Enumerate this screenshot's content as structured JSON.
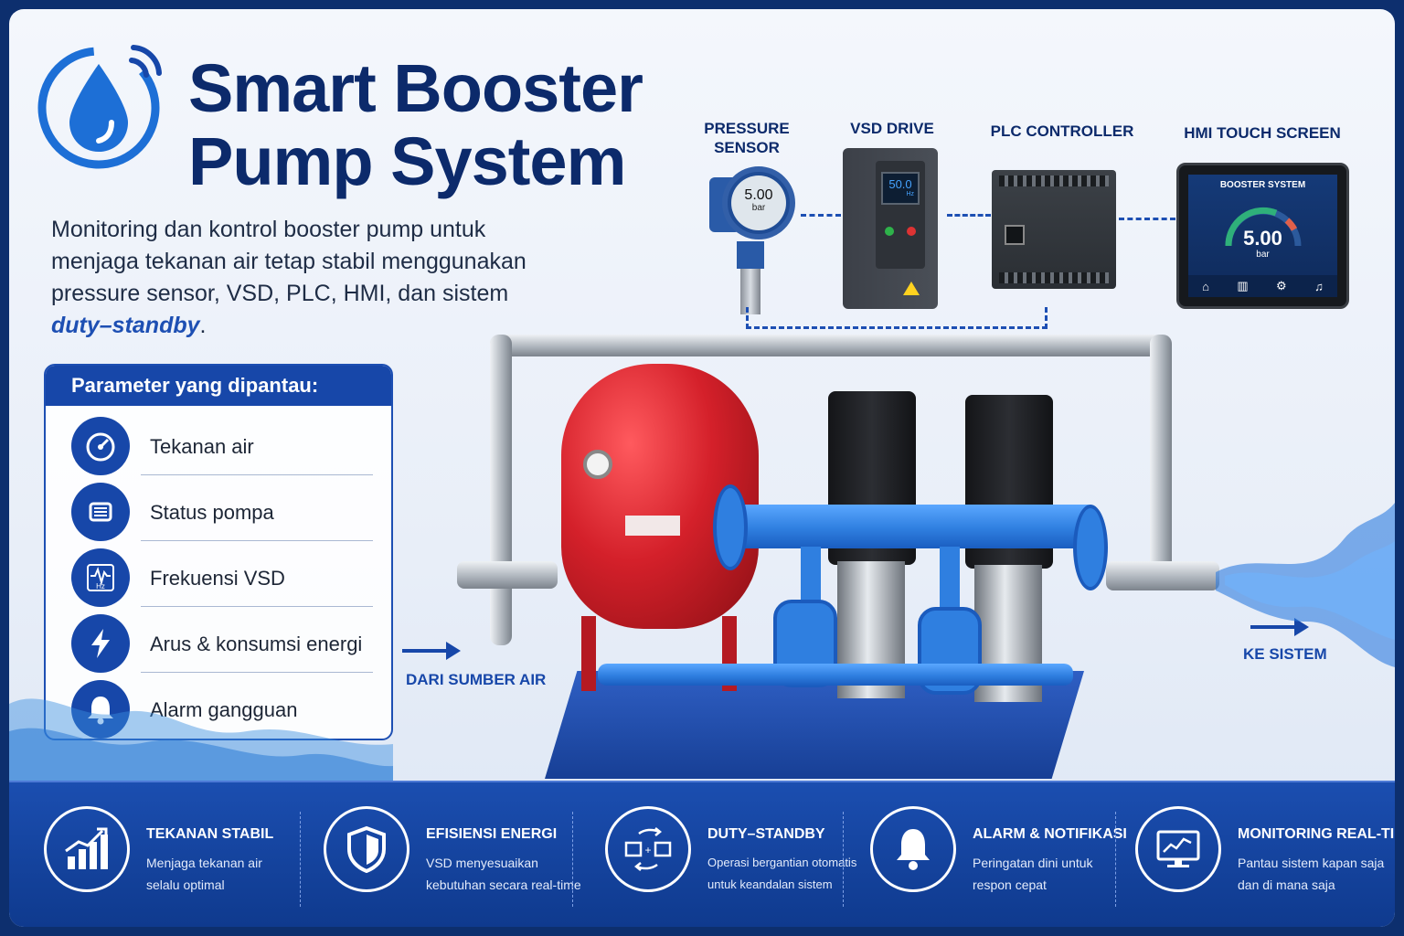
{
  "title_line1": "Smart Booster",
  "title_line2": "Pump System",
  "subtitle": {
    "line1": "Monitoring dan kontrol booster pump untuk",
    "line2": "menjaga tekanan air tetap stabil menggunakan",
    "line3": "pressure sensor, VSD, PLC, HMI, dan sistem",
    "emphasis": "duty–standby",
    "end": "."
  },
  "parameters": {
    "heading": "Parameter yang dipantau:",
    "items": [
      {
        "label": "Tekanan air",
        "icon": "gauge-icon"
      },
      {
        "label": "Status pompa",
        "icon": "motor-icon"
      },
      {
        "label": "Frekuensi VSD",
        "icon": "frequency-icon",
        "icon_text": "Hz"
      },
      {
        "label": "Arus & konsumsi energi",
        "icon": "lightning-icon"
      },
      {
        "label": "Alarm gangguan",
        "icon": "bell-icon"
      }
    ]
  },
  "components": {
    "pressure_sensor": {
      "label_line1": "PRESSURE",
      "label_line2": "SENSOR",
      "value": "5.00",
      "unit": "bar"
    },
    "vsd": {
      "label": "VSD DRIVE",
      "value": "50.0",
      "unit": "Hz"
    },
    "plc": {
      "label": "PLC CONTROLLER"
    },
    "hmi": {
      "label": "HMI TOUCH SCREEN",
      "screen_title": "BOOSTER SYSTEM",
      "value": "5.00",
      "unit": "bar"
    }
  },
  "flow": {
    "inlet": "DARI SUMBER AIR",
    "outlet": "KE SISTEM"
  },
  "features": [
    {
      "title": "TEKANAN STABIL",
      "desc1": "Menjaga tekanan air",
      "desc2": "selalu optimal",
      "icon": "growth-chart-icon"
    },
    {
      "title": "EFISIENSI ENERGI",
      "desc1": "VSD menyesuaikan",
      "desc2": "kebutuhan secara real-time",
      "icon": "shield-icon"
    },
    {
      "title": "DUTY–STANDBY",
      "desc1": "Operasi bergantian otomatis",
      "desc2": "untuk keandalan sistem",
      "icon": "cycle-pumps-icon"
    },
    {
      "title": "ALARM & NOTIFIKASI",
      "desc1": "Peringatan dini untuk",
      "desc2": "respon cepat",
      "icon": "bell-icon"
    },
    {
      "title": "MONITORING REAL-TIME",
      "desc1": "Pantau sistem kapan saja",
      "desc2": "dan di mana saja",
      "icon": "monitor-icon"
    }
  ],
  "colors": {
    "brand": "#0c2a6b",
    "accent": "#1747a9",
    "tank": "#d4202a",
    "pipe": "#2f7fe0"
  }
}
